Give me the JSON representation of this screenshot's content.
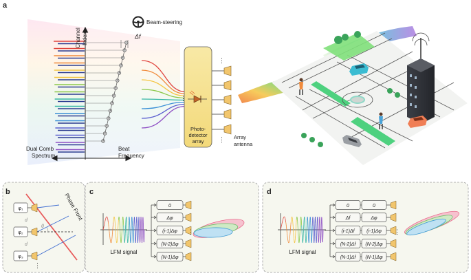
{
  "panel_a": {
    "label": "a",
    "beam_steering": "Beam-steering",
    "channel_index": [
      "Channel",
      "Index"
    ],
    "delta_f": "Δf",
    "dual_comb": [
      "Dual Comb",
      "Spectrum"
    ],
    "beat_freq": [
      "Beat",
      "Frequency"
    ],
    "photodetector": [
      "Photo-",
      "detector",
      "array"
    ],
    "array_antenna": [
      "Array",
      "antenna"
    ]
  },
  "panel_b": {
    "label": "b",
    "phases": [
      "φ₁",
      "φ₂",
      "φ₃"
    ],
    "d": "d",
    "theta": "θ",
    "phase_front": "Phase Front"
  },
  "panel_c": {
    "label": "c",
    "lfm": "LFM signal",
    "boxes": [
      "0",
      "Δφ",
      "(i-1)Δφ",
      "(N-2)Δφ",
      "(N-1)Δφ"
    ]
  },
  "panel_d": {
    "label": "d",
    "lfm": "LFM signal",
    "boxes_left": [
      "0",
      "Δf",
      "(i-1)Δf",
      "(N-2)Δf",
      "(N-1)Δf"
    ],
    "boxes_right": [
      "0",
      "Δφ",
      "(i-1)Δφ",
      "(N-2)Δφ",
      "(N-1)Δφ"
    ]
  },
  "colors": {
    "rainbow": [
      "#e0443e",
      "#f08a3b",
      "#f4c542",
      "#8cc84b",
      "#36b6a4",
      "#3a8fd6",
      "#5a5ecf",
      "#8e4fc4"
    ],
    "antenna": "#f2c66d",
    "panel_bg": "#f6f7ef",
    "box_bg": "#f8f8f4"
  }
}
